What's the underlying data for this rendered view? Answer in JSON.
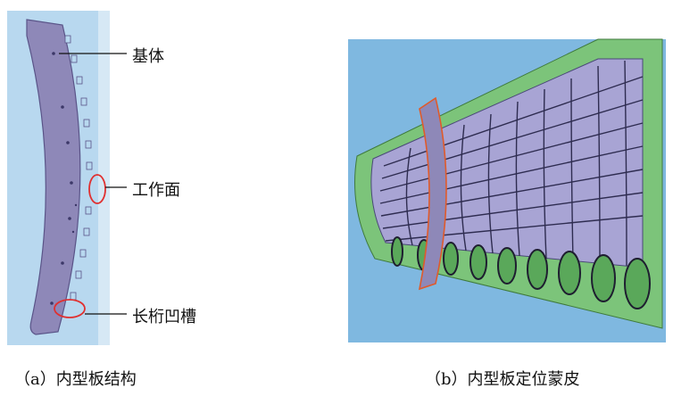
{
  "panel_a": {
    "labels": {
      "body": "基体",
      "working_surface": "工作面",
      "stringer_groove": "长桁凹槽"
    },
    "caption": "（a）内型板结构"
  },
  "panel_b": {
    "caption": "（b）内型板定位蒙皮"
  },
  "colors": {
    "background_blue": "#7fb8e0",
    "plate_purple": "#8e88b8",
    "highlight_red": "#e03030",
    "frame_green": "#7cc47a"
  }
}
